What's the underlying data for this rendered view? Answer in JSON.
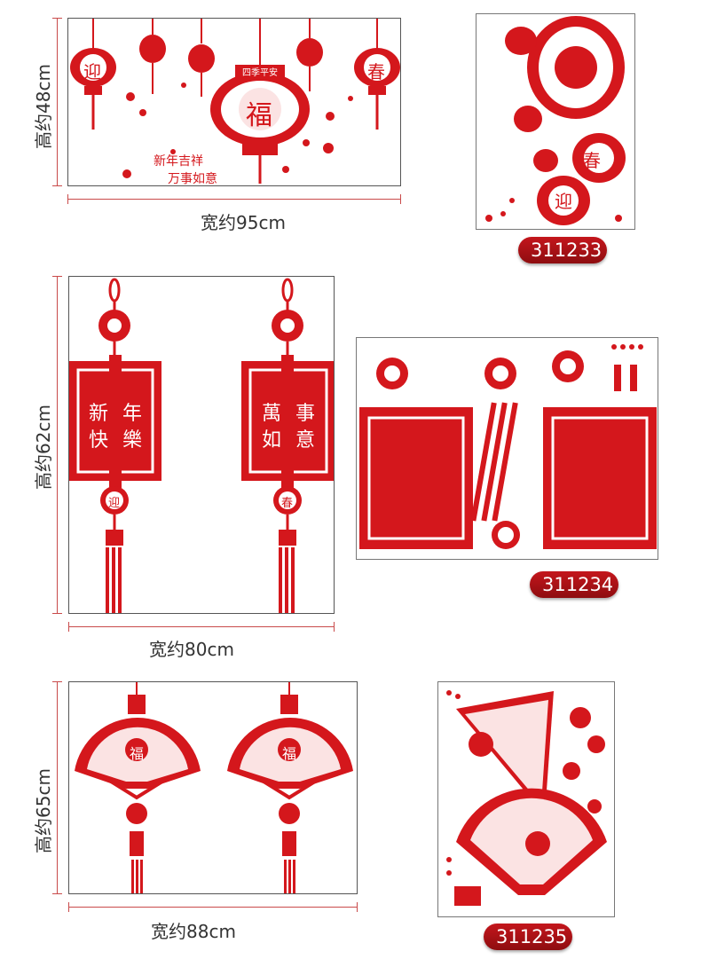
{
  "products": [
    {
      "height_label": "高约48cm",
      "width_label": "宽约95cm",
      "code": "311233",
      "lantern_left": "迎",
      "lantern_right": "春",
      "center_char": "福",
      "center_top": "四季平安",
      "caption_1": "新年吉祥",
      "caption_2": "万事如意"
    },
    {
      "height_label": "高约62cm",
      "width_label": "宽约80cm",
      "code": "311234",
      "left_panel": [
        "新",
        "年",
        "快",
        "樂"
      ],
      "right_panel": [
        "萬",
        "事",
        "如",
        "意"
      ],
      "knot_left": "迎",
      "knot_right": "春"
    },
    {
      "height_label": "高约65cm",
      "width_label": "宽约88cm",
      "code": "311235",
      "fan_char": "福"
    }
  ],
  "colors": {
    "accent": "#d4171c",
    "badge": "#b11217"
  }
}
